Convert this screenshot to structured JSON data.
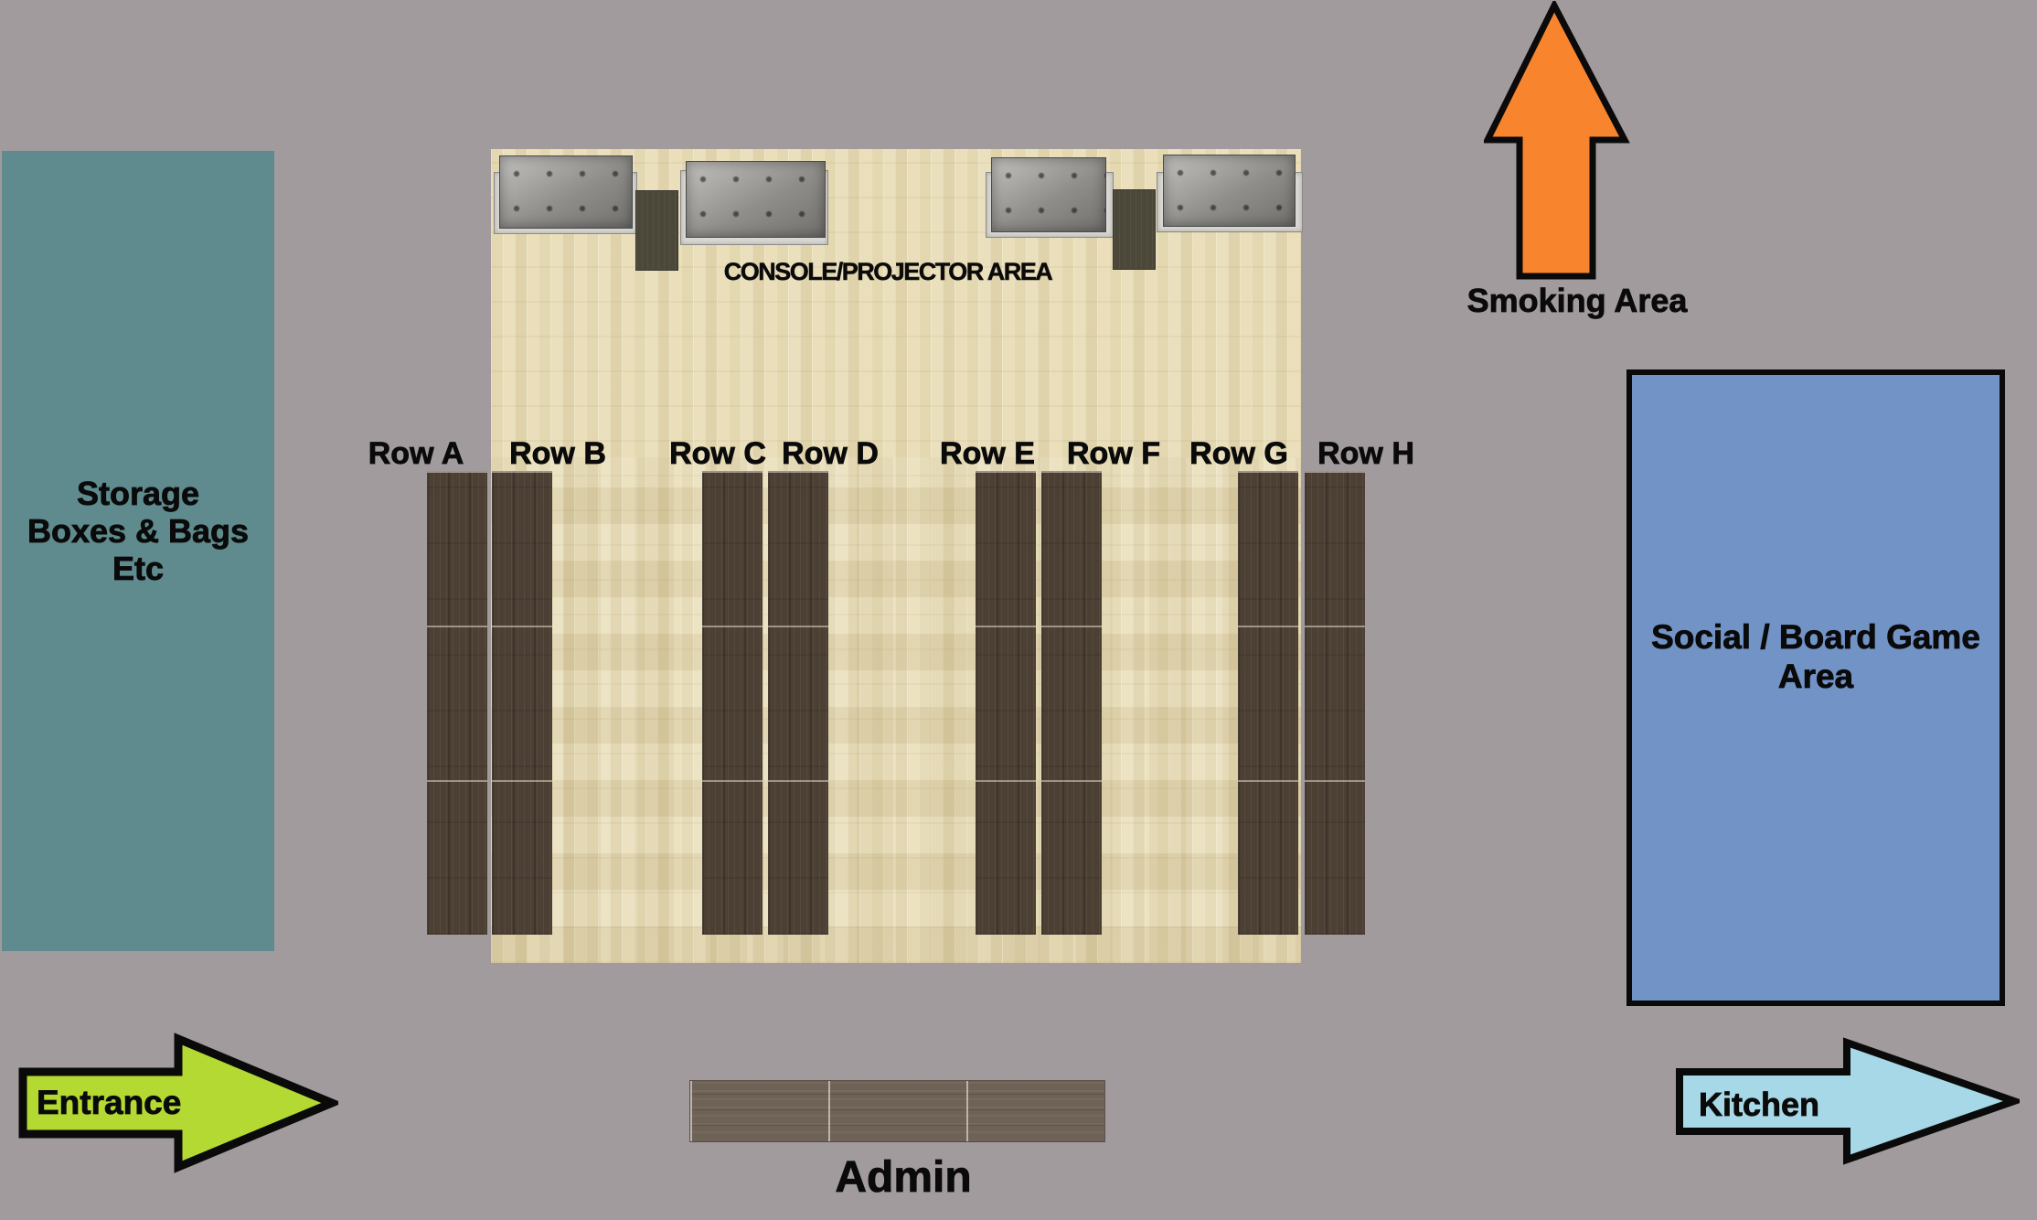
{
  "title": "Venue floor plan",
  "colors": {
    "background": "#a29b9d",
    "storage_zone": "#5f8b8e",
    "social_zone": "#7193c5",
    "floor": "#e9deb8",
    "row_table": "#4c3f34",
    "smoking_arrow": "#f8842e",
    "entrance_arrow": "#b3d932",
    "kitchen_arrow": "#a6d8e7",
    "text": "#0a0a0a"
  },
  "storage": {
    "lines": [
      "Storage",
      "Boxes & Bags",
      "Etc"
    ]
  },
  "console": {
    "label": "CONSOLE/PROJECTOR AREA"
  },
  "rows": {
    "labels": [
      "Row A",
      "Row B",
      "Row C",
      "Row D",
      "Row E",
      "Row F",
      "Row G",
      "Row H"
    ]
  },
  "smoking": {
    "label": "Smoking Area"
  },
  "social": {
    "lines": [
      "Social / Board Game",
      "Area"
    ]
  },
  "entrance": {
    "label": "Entrance"
  },
  "kitchen": {
    "label": "Kitchen"
  },
  "admin": {
    "label": "Admin"
  }
}
